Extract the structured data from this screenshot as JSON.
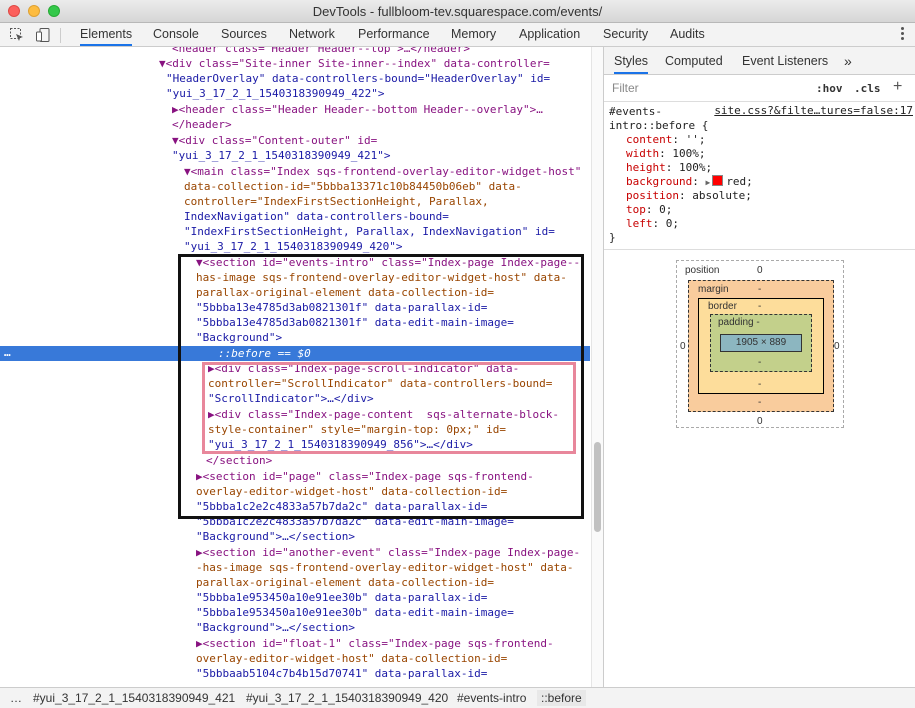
{
  "window": {
    "title": "DevTools - fullbloom-tev.squarespace.com/events/"
  },
  "tabs": [
    "Elements",
    "Console",
    "Sources",
    "Network",
    "Performance",
    "Memory",
    "Application",
    "Security",
    "Audits"
  ],
  "active_tab": "Elements",
  "side_tabs": [
    "Styles",
    "Computed",
    "Event Listeners"
  ],
  "side_more": "»",
  "filter": {
    "placeholder": "Filter",
    "hov": ":hov",
    "cls": ".cls",
    "add": "+"
  },
  "rule": {
    "selector_line1": "#events-",
    "selector_line2": "intro::before {",
    "source": "site.css?&filte…tures=false:17",
    "props": [
      {
        "name": "content",
        "value": "'';"
      },
      {
        "name": "width",
        "value": "100%;"
      },
      {
        "name": "height",
        "value": "100%;"
      },
      {
        "name": "background",
        "value": "red;"
      },
      {
        "name": "position",
        "value": "absolute;"
      },
      {
        "name": "top",
        "value": "0;"
      },
      {
        "name": "left",
        "value": "0;"
      }
    ],
    "close": "}"
  },
  "box_model": {
    "position_label": "position",
    "position_value": "0",
    "margin_label": "margin",
    "margin_value": "-",
    "border_label": "border",
    "border_value": "-",
    "padding_label": "padding -",
    "padding_value": "-",
    "content": "1905 × 889",
    "left": "0",
    "right": "0",
    "bottom": "0"
  },
  "tree_lines": [
    "<header class=\"Header Header--top\">…</header>",
    "▼<div class=\"Site-inner Site-inner--index\" data-controller=",
    "\"HeaderOverlay\" data-controllers-bound=\"HeaderOverlay\" id=",
    "\"yui_3_17_2_1_1540318390949_422\">",
    "▶<header class=\"Header Header--bottom Header--overlay\">…",
    "</header>",
    "▼<div class=\"Content-outer\" id=",
    "\"yui_3_17_2_1_1540318390949_421\">",
    "▼<main class=\"Index sqs-frontend-overlay-editor-widget-host\"",
    "data-collection-id=\"5bbba13371c10b84450b06eb\" data-",
    "controller=\"IndexFirstSectionHeight, Parallax,",
    "IndexNavigation\" data-controllers-bound=",
    "\"IndexFirstSectionHeight, Parallax, IndexNavigation\" id=",
    "\"yui_3_17_2_1_1540318390949_420\">",
    "▼<section id=\"events-intro\" class=\"Index-page Index-page--",
    "has-image sqs-frontend-overlay-editor-widget-host\" data-",
    "parallax-original-element data-collection-id=",
    "\"5bbba13e4785d3ab0821301f\" data-parallax-id=",
    "\"5bbba13e4785d3ab0821301f\" data-edit-main-image=",
    "\"Background\">",
    "::before == $0",
    "▶<div class=\"Index-page-scroll-indicator\" data-",
    "controller=\"ScrollIndicator\" data-controllers-bound=",
    "\"ScrollIndicator\">…</div>",
    "▶<div class=\"Index-page-content  sqs-alternate-block-",
    "style-container\" style=\"margin-top: 0px;\" id=",
    "\"yui_3_17_2_1_1540318390949_856\">…</div>",
    "</section>",
    "▶<section id=\"page\" class=\"Index-page sqs-frontend-",
    "overlay-editor-widget-host\" data-collection-id=",
    "\"5bbba1c2e2c4833a57b7da2c\" data-parallax-id=",
    "\"5bbba1c2e2c4833a57b7da2c\" data-edit-main-image=",
    "\"Background\">…</section>",
    "▶<section id=\"another-event\" class=\"Index-page Index-page-",
    "-has-image sqs-frontend-overlay-editor-widget-host\" data-",
    "parallax-original-element data-collection-id=",
    "\"5bbba1e953450a10e91ee30b\" data-parallax-id=",
    "\"5bbba1e953450a10e91ee30b\" data-edit-main-image=",
    "\"Background\">…</section>",
    "▶<section id=\"float-1\" class=\"Index-page sqs-frontend-",
    "overlay-editor-widget-host\" data-collection-id=",
    "\"5bbbaab5104c7b4b15d70741\" data-parallax-id="
  ],
  "selected_dots": "…",
  "breadcrumb": {
    "more": "…",
    "items": [
      "#yui_3_17_2_1_1540318390949_421",
      "#yui_3_17_2_1_1540318390949_420",
      "#events-intro",
      "::before"
    ]
  }
}
